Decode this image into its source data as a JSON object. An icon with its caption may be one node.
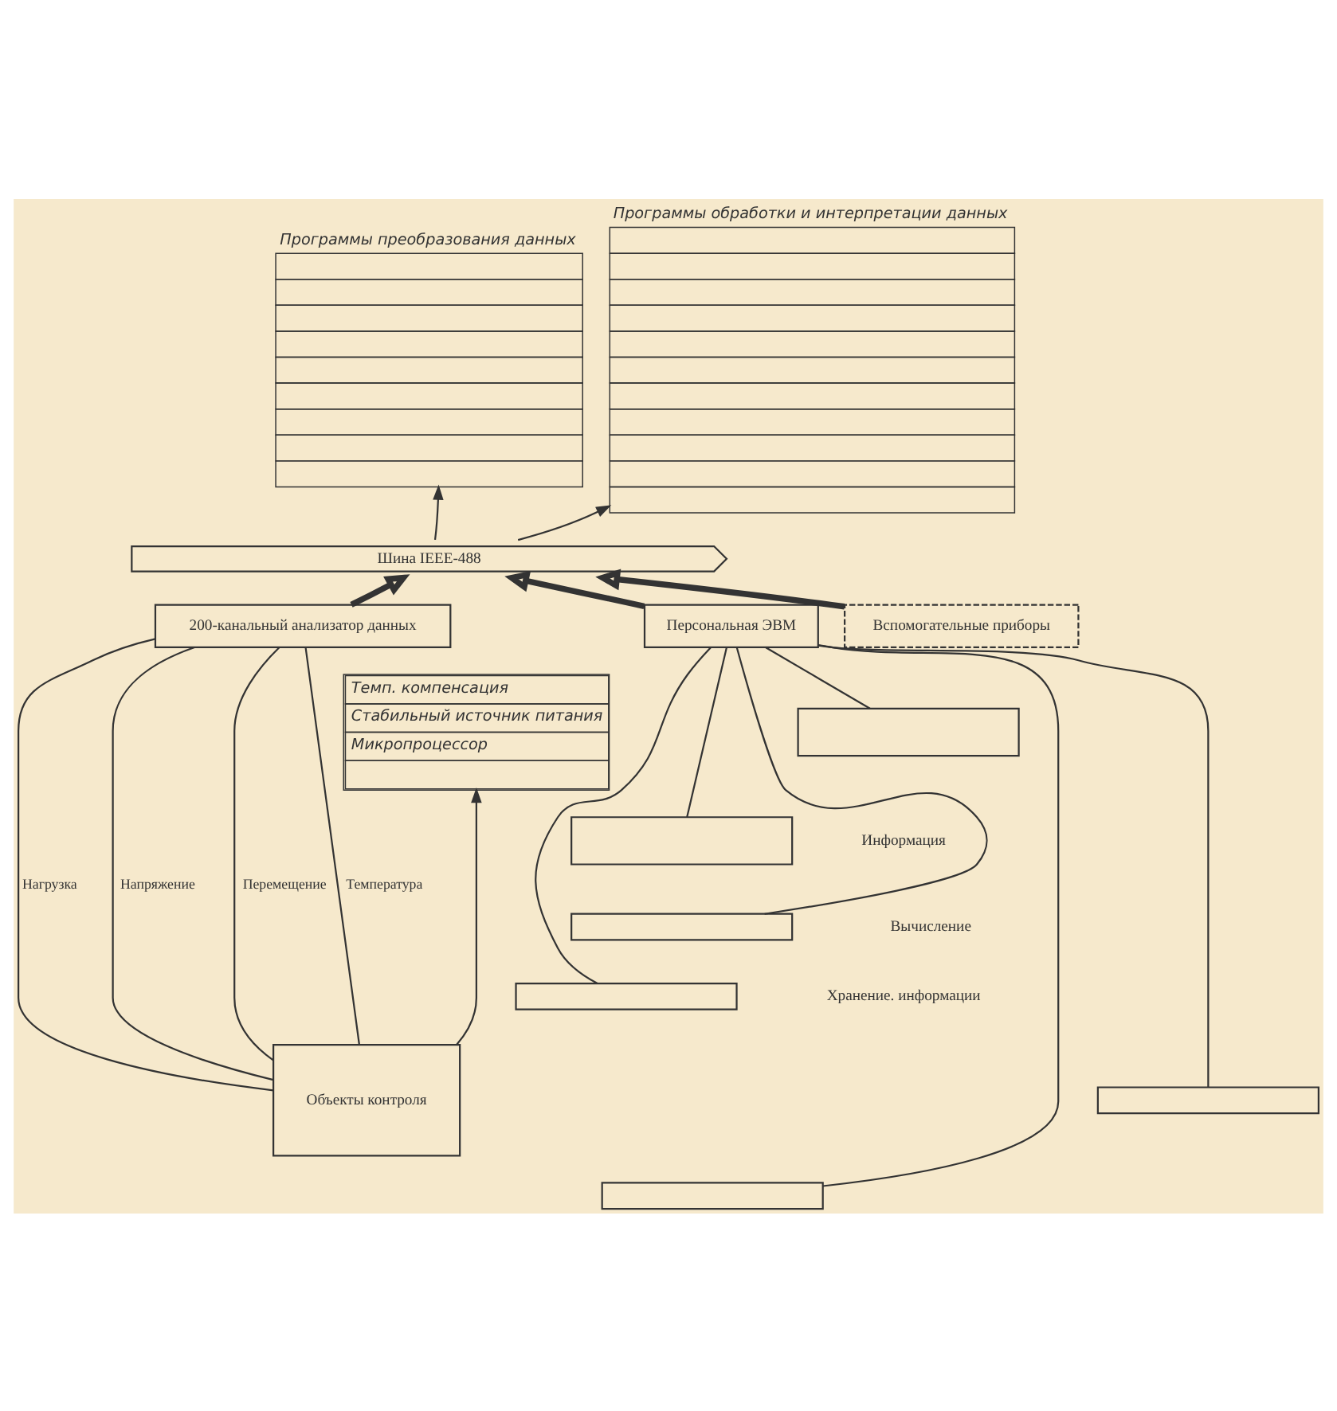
{
  "diagram": {
    "nodes": [
      {
        "text": [
          "Программы преобразования данных"
        ]
      },
      {
        "text": [
          "Программы обработки и интерпретации данных"
        ]
      },
      {
        "text": [
          "Шина IEEE-488"
        ]
      },
      {
        "text": [
          "200-канальный анализатор данных"
        ]
      },
      {
        "text": [
          "Вспомогательные приборы"
        ]
      },
      {
        "text": [
          "Персональная ЭВМ"
        ]
      },
      {
        "text": [
          "Темп. компенсация",
          "Стабильный источник питания",
          "Микропроцессор"
        ]
      },
      {
        "text": [
          "Объекты контроля"
        ]
      },
      {
        "text": [],
        "shape": "box"
      },
      {
        "text": [],
        "shape": "box"
      },
      {
        "text": [],
        "shape": "box"
      },
      {
        "text": [],
        "shape": "box"
      },
      {
        "text": [],
        "shape": "box"
      },
      {
        "text": [],
        "shape": "box"
      }
    ],
    "edges": [
      {
        "from": 2,
        "to": 0,
        "arrow": "to"
      },
      {
        "from": 2,
        "to": 1,
        "arrow": "to"
      },
      {
        "from": 3,
        "to": 2,
        "arrow": "to",
        "style": "thick"
      },
      {
        "from": 4,
        "to": 2,
        "arrow": "to",
        "style": "thick"
      },
      {
        "from": 5,
        "to": 2,
        "arrow": "to",
        "style": "thick"
      },
      {
        "from": 7,
        "to": 6,
        "arrow": "to"
      },
      {
        "from": 7,
        "to": 3,
        "arrow": "none",
        "label": "Нагрузка"
      },
      {
        "from": 7,
        "to": 3,
        "arrow": "none",
        "label": "Напряжение"
      },
      {
        "from": 7,
        "to": 3,
        "arrow": "none",
        "label": "Перемещение"
      },
      {
        "from": 7,
        "to": 3,
        "arrow": "none",
        "label": "Температура"
      },
      {
        "from": 5,
        "to": 8,
        "arrow": "none"
      },
      {
        "from": 5,
        "to": 9,
        "arrow": "none"
      },
      {
        "from": 5,
        "to": 10,
        "arrow": "none"
      },
      {
        "from": 5,
        "to": 11,
        "arrow": "none"
      },
      {
        "from": 5,
        "to": 12,
        "arrow": "none"
      },
      {
        "from": 5,
        "to": 13,
        "arrow": "none"
      }
    ],
    "labels": [
      "Информация",
      "Вычисление",
      "Хранение. информации"
    ]
  }
}
